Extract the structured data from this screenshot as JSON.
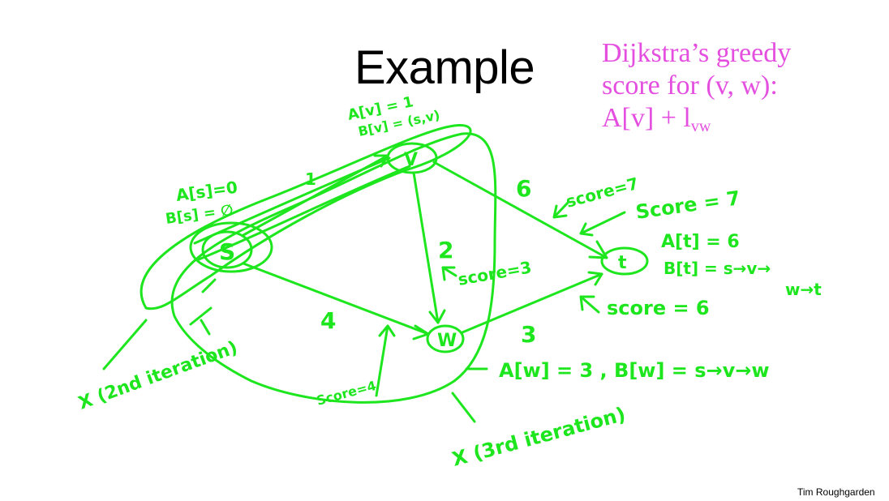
{
  "slide": {
    "title": "Example",
    "formula": {
      "line1": "Dijkstra’s greedy",
      "line2": "score for (v, w):",
      "line3_main": "A[v] + l",
      "line3_sub": "vw"
    },
    "credit": "Tim Roughgarden",
    "ink_color": "#1ee61e",
    "formula_color": "#e44fe0"
  },
  "diagram": {
    "nodes": {
      "s": "S",
      "v": "V",
      "w": "W",
      "t": "t"
    },
    "edge_lengths": {
      "s_v": "1",
      "v_t": "6",
      "v_w": "2",
      "s_w": "4",
      "w_t": "3"
    },
    "annotations": {
      "a_v": "A[v] = 1",
      "b_v": "B[v] = (s,v)",
      "a_s": "A[s]=0",
      "b_s": "B[s] = ∅",
      "score_7a": "score=7",
      "score_7b": "Score = 7",
      "a_t": "A[t] = 6",
      "b_t1": "B[t] = s→v→",
      "b_t2": "w→t",
      "score_3": "score=3",
      "score_6": "score = 6",
      "score_4": "Score=4",
      "w_result": "A[w] = 3 , B[w] = s→v→w",
      "iter2": "X (2nd iteration)",
      "iter3": "X (3rd iteration)"
    }
  }
}
